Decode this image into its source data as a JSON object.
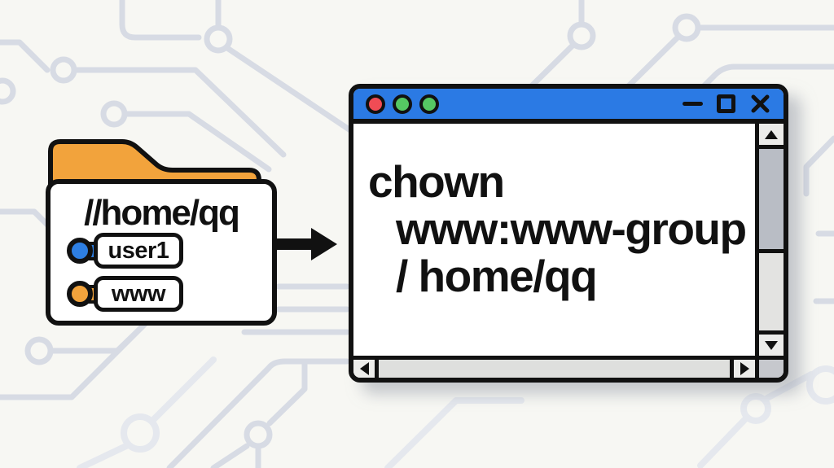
{
  "colors": {
    "background": "#f7f7f3",
    "circuit_line": "#d7dbe4",
    "circuit_line_faint": "#e5e8ee",
    "ink": "#111111",
    "folder_orange": "#f2a33c",
    "titlebar_blue": "#2b7ae4",
    "light_red": "#f04c55",
    "light_green": "#55c763",
    "owner_blue": "#2e7fe3",
    "owner_orange": "#f2a33c",
    "scroll_button": "#ececea",
    "scroll_thumb": "#b9bdc5",
    "scroll_track": "#e3e3e1",
    "hscroll_track": "#dedfdd",
    "scroll_corner": "#c6c8cd",
    "window_shadow": "rgba(154,160,172,0.55)"
  },
  "folder": {
    "path_label": "//home/qq",
    "owners": [
      {
        "label": "user1",
        "key_color": "#2e7fe3"
      },
      {
        "label": "www",
        "key_color": "#f2a33c"
      }
    ]
  },
  "window": {
    "command_lines": [
      "chown",
      "www:www-group",
      "/ home/qq"
    ]
  },
  "icons": {
    "traffic_lights": [
      "red-circle",
      "green-circle",
      "green-circle"
    ],
    "minimize": "horizontal-bar",
    "maximize": "square-outline",
    "close": "x-cross",
    "scroll_up": "triangle-up",
    "scroll_down": "triangle-down",
    "scroll_left": "triangle-left",
    "scroll_right": "triangle-right",
    "flow_arrow": "right-arrow"
  }
}
